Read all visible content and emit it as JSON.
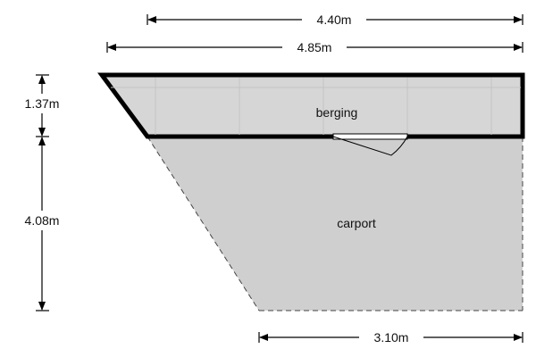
{
  "plan": {
    "dimensions": {
      "top_inner_width": "4.40m",
      "top_outer_width": "4.85m",
      "berging_depth": "1.37m",
      "carport_depth": "4.08m",
      "carport_bottom_width": "3.10m"
    },
    "rooms": {
      "berging": "berging",
      "carport": "carport"
    },
    "colors": {
      "berging_fill": "#d6d6d6",
      "carport_fill": "#cfcfcf",
      "wall": "#000000",
      "grid_line": "#c4c4c4"
    }
  }
}
